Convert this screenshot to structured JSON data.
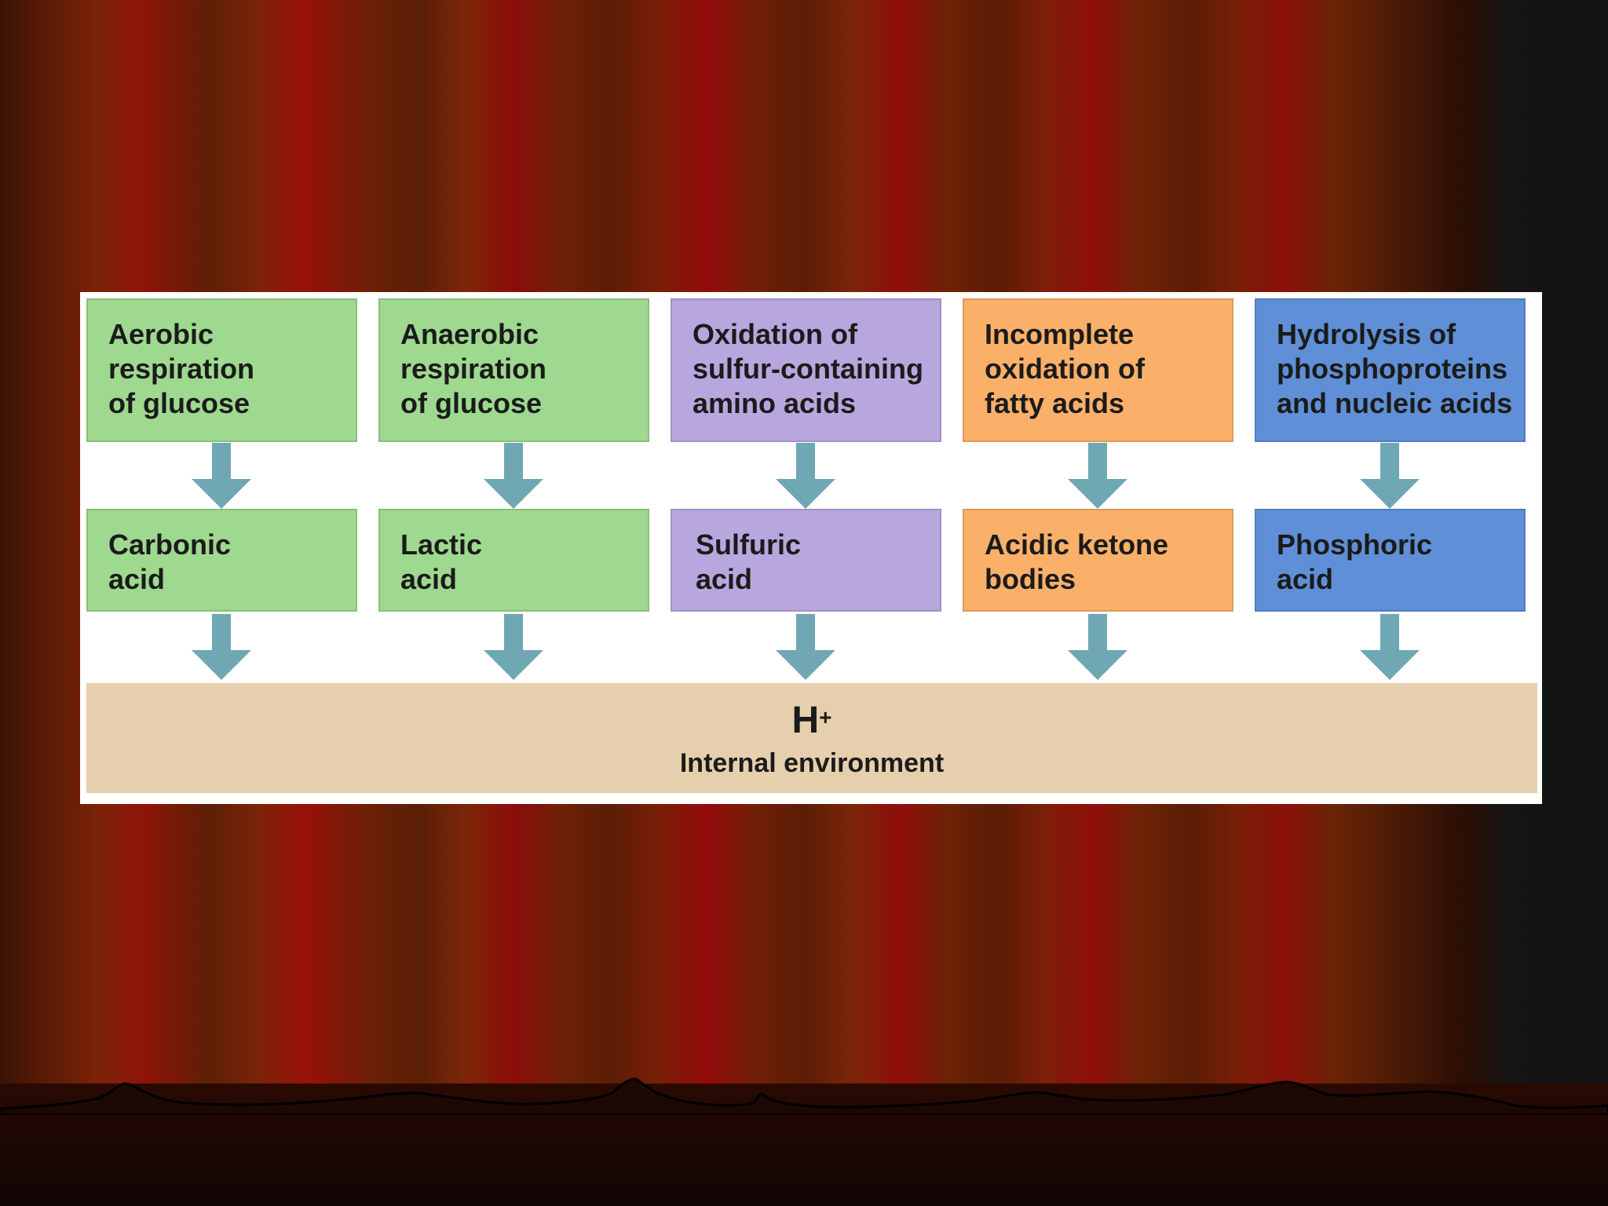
{
  "sources": [
    {
      "label": "Aerobic\nrespiration\nof glucose",
      "color": "#9ed98f"
    },
    {
      "label": "Anaerobic\nrespiration\nof glucose",
      "color": "#9ed98f"
    },
    {
      "label": "Oxidation of\nsulfur-containing\namino acids",
      "color": "#b8a7de"
    },
    {
      "label": "Incomplete\noxidation of\nfatty acids",
      "color": "#fbb06a"
    },
    {
      "label": "Hydrolysis of\nphosphoproteins\nand nucleic acids",
      "color": "#5f8fd6"
    }
  ],
  "acids": [
    {
      "label": "Carbonic\nacid",
      "color": "#9ed98f"
    },
    {
      "label": "Lactic\nacid",
      "color": "#9ed98f"
    },
    {
      "label": "Sulfuric\nacid",
      "color": "#b8a7de"
    },
    {
      "label": "Acidic ketone\nbodies",
      "color": "#fbb06a"
    },
    {
      "label": "Phosphoric\nacid",
      "color": "#5f8fd6"
    }
  ],
  "result": {
    "symbol": "H",
    "charge": "+",
    "label": "Internal environment",
    "color": "#e6cfad"
  },
  "arrow_color": "#6fa8b3",
  "background": {
    "curtain": "#7a1f08",
    "floor": "#1d0804"
  }
}
